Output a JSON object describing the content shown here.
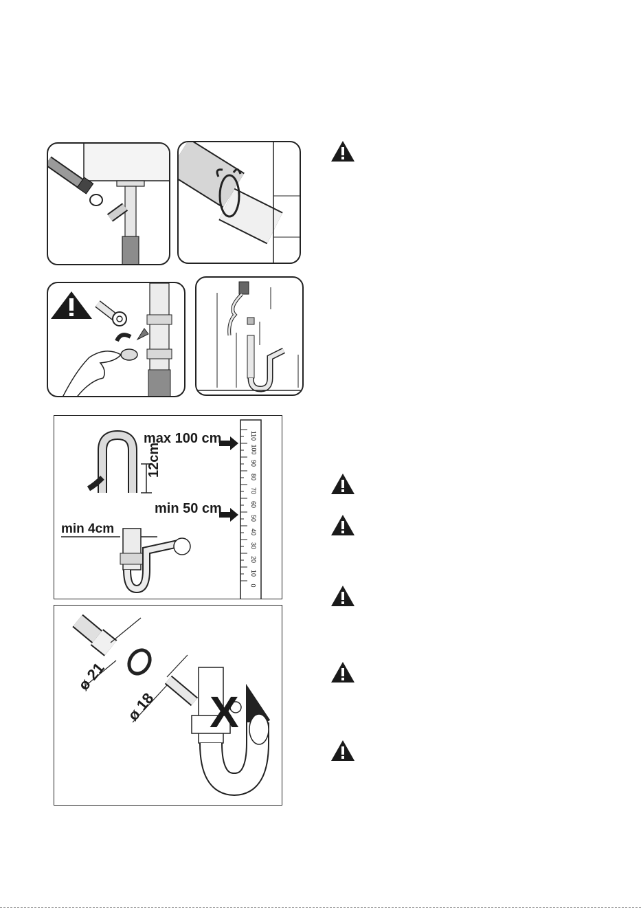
{
  "diagram_hose": {
    "label_max": "max 100 cm",
    "label_min": "min 50 cm",
    "label_height": "12cm",
    "label_pipe": "min 4cm",
    "scale_ticks": [
      "110",
      "100",
      "90",
      "80",
      "70",
      "60",
      "50",
      "40",
      "30",
      "20",
      "10",
      "0"
    ]
  },
  "diagram_siphon": {
    "label_d21": "ø 21",
    "label_d18": "ø 18",
    "label_cross": "X"
  },
  "warning_icons": [
    "warning-triangle-icon",
    "warning-triangle-icon",
    "warning-triangle-icon",
    "warning-triangle-icon",
    "warning-triangle-icon",
    "warning-triangle-icon"
  ],
  "colors": {
    "ink": "#1a1a1a",
    "grey_fill": "#8c8c8c",
    "light_fill": "#dcdcdc"
  }
}
